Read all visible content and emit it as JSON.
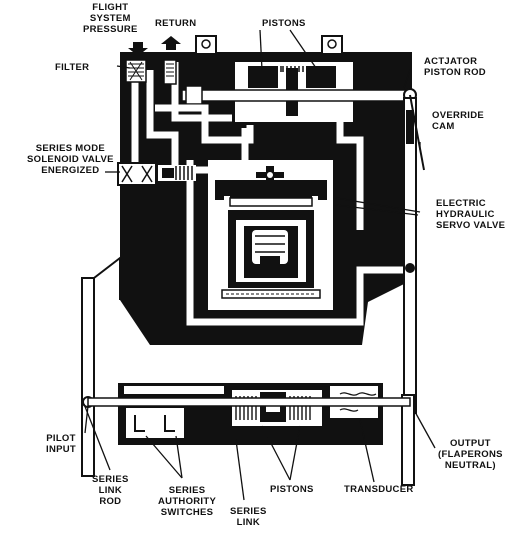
{
  "labels": {
    "flight_system_pressure": "FLIGHT\nSYSTEM\nPRESSURE",
    "return": "RETURN",
    "pistons_top": "PISTONS",
    "filter": "FILTER",
    "actuator_piston_rod": "ACTJATOR\nPISTON ROD",
    "override_cam": "OVERRIDE\nCAM",
    "series_mode_solenoid": "SERIES MODE\nSOLENOID VALVE\nENERGIZED",
    "electric_hydraulic_servo_valve": "ELECTRIC\nHYDRAULIC\nSERVO VALVE",
    "pilot_input": "PILOT\nINPUT",
    "series_link_rod": "SERIES\nLINK\nROD",
    "series_authority_switches": "SERIES\nAUTHORITY\nSWITCHES",
    "series_link": "SERIES\nLINK",
    "pistons_bottom": "PISTONS",
    "transducer": "TRANSDUCER",
    "output": "OUTPUT\n(FLAPERONS\nNEUTRAL)"
  },
  "colors": {
    "ink": "#111111",
    "paper": "#ffffff"
  }
}
